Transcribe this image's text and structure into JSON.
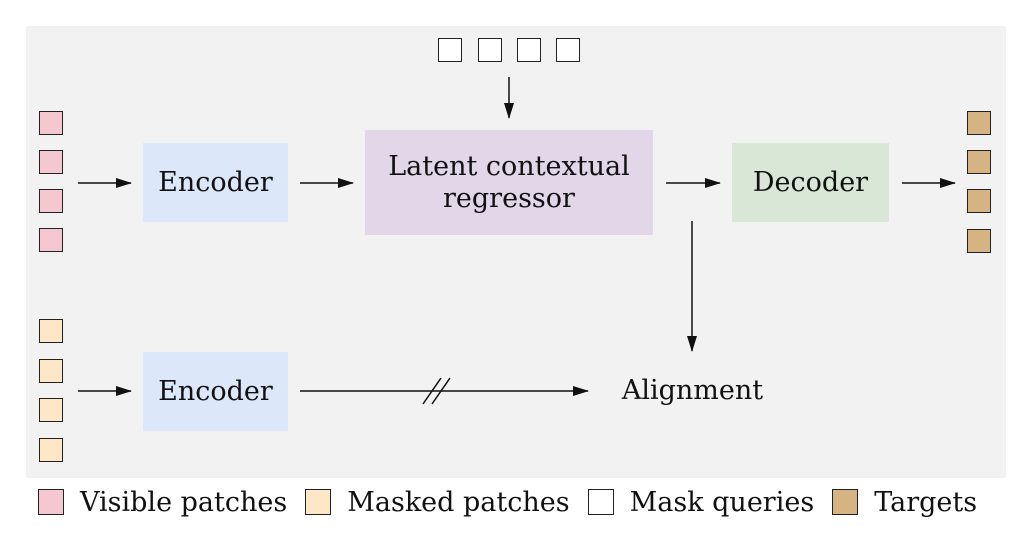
{
  "diagram": {
    "encoder_top_label": "Encoder",
    "encoder_bottom_label": "Encoder",
    "regressor_label_line1": "Latent contextual",
    "regressor_label_line2": "regressor",
    "decoder_label": "Decoder",
    "alignment_label": "Alignment"
  },
  "legend": {
    "visible": "Visible patches",
    "masked": "Masked patches",
    "queries": "Mask queries",
    "targets": "Targets"
  },
  "colors": {
    "panel": "#f2f2f2",
    "encoder": "#dce8fa",
    "regressor": "#e2d6e9",
    "decoder": "#d9e7d7",
    "visible_patch": "#f5c7d1",
    "masked_patch": "#fde7c7",
    "mask_query": "#ffffff",
    "target": "#d6b383"
  }
}
